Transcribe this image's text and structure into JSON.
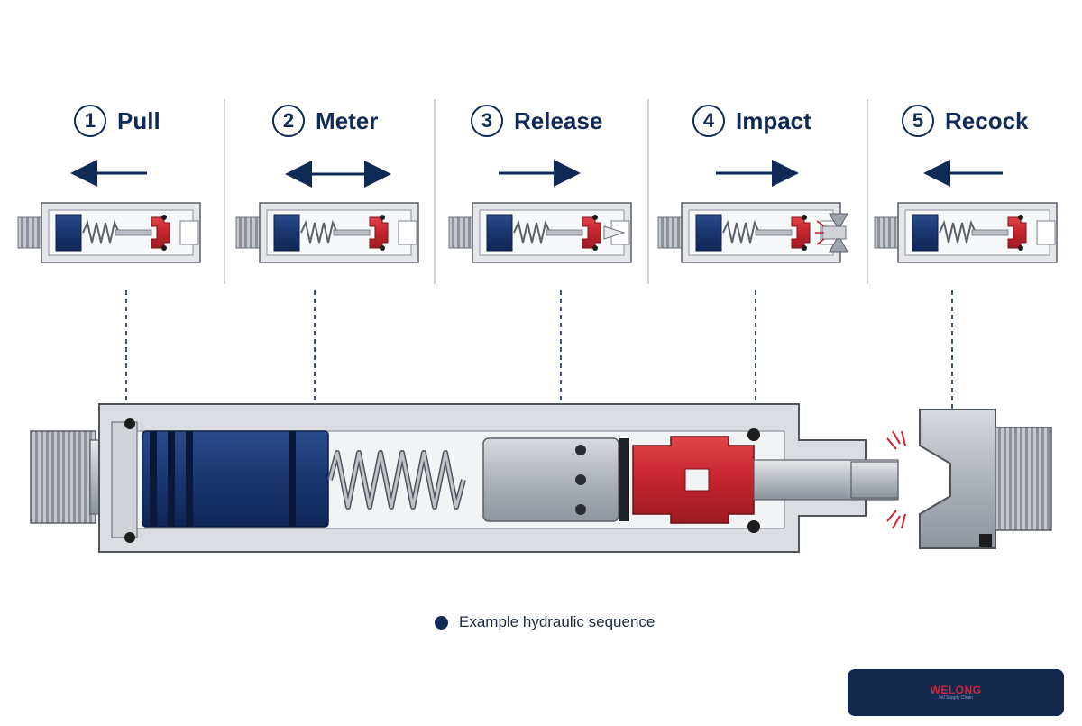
{
  "steps": [
    {
      "number": "1",
      "label": "Pull"
    },
    {
      "number": "2",
      "label": "Meter"
    },
    {
      "number": "3",
      "label": "Release"
    },
    {
      "number": "4",
      "label": "Impact"
    },
    {
      "number": "5",
      "label": "Recock"
    }
  ],
  "legend": {
    "label": "Example hydraulic sequence"
  },
  "badge": {
    "name": "WELONG",
    "sub": "Intl Supply Chain"
  },
  "colors": {
    "navy": "#0f2a55",
    "cylinder_blue": "#1c3a73",
    "valve_red": "#c8252f",
    "steel": "#c9cdd3",
    "body_gray": "#dde0e4",
    "outline": "#5a5f66"
  }
}
